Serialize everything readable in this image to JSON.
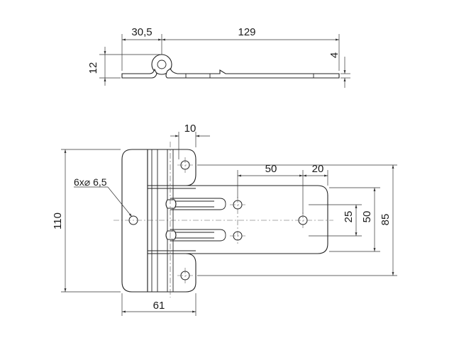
{
  "drawing": {
    "side_view": {
      "dim_overall_left": "30,5",
      "dim_overall_right": "129",
      "dim_height": "12",
      "dim_thickness": "4"
    },
    "front_view": {
      "dim_hole_offset_top": "10",
      "dim_slot_spacing": "50",
      "dim_end_offset": "20",
      "dim_leaf_width": "110",
      "dim_base_width": "61",
      "dim_hole_row": "25",
      "dim_hole_span": "50",
      "dim_total_height": "85",
      "hole_callout": "6x⌀ 6,5"
    }
  },
  "colors": {
    "line": "#222222",
    "background": "#ffffff"
  }
}
